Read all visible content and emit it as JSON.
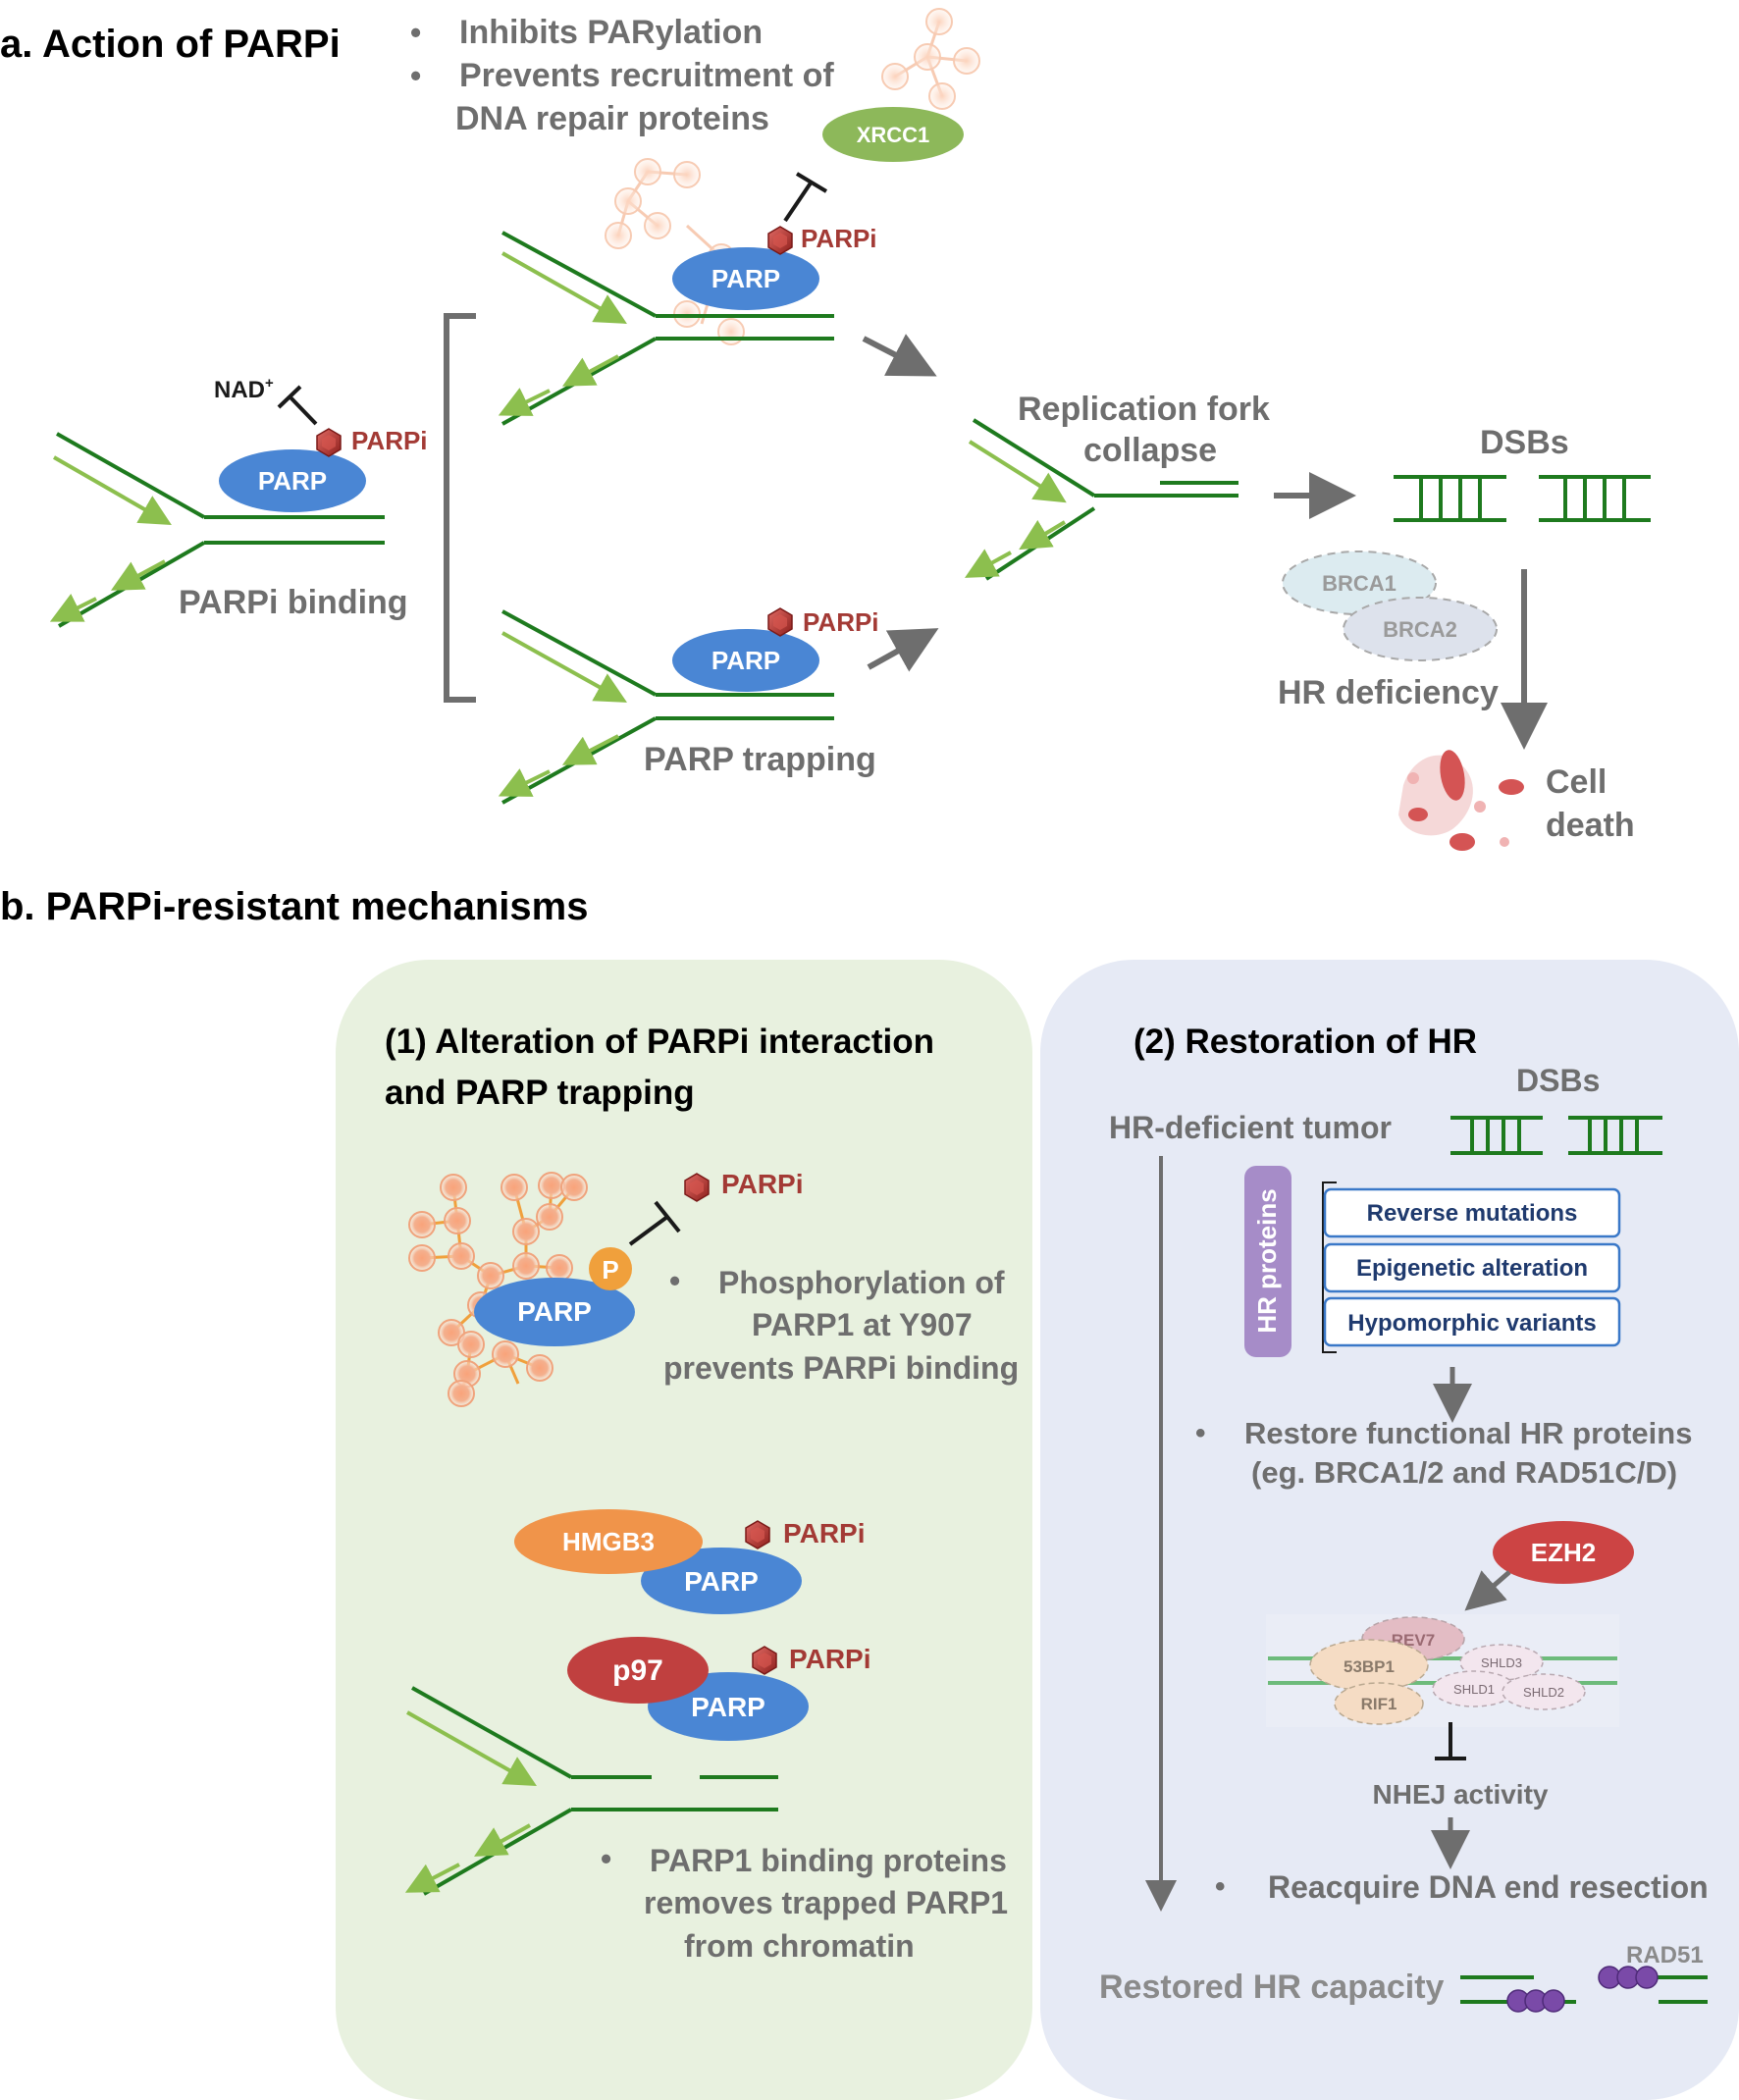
{
  "panel_a": {
    "title": "a. Action of PARPi",
    "bullet1": "Inhibits PARylation",
    "bullet2_line1": "Prevents recruitment of",
    "bullet2_line2": "DNA repair proteins",
    "xrcc1": "XRCC1",
    "parp": "PARP",
    "parpi": "PARPi",
    "nad": "NAD",
    "nad_sup": "+",
    "parpi_binding": "PARPi binding",
    "parp_trapping": "PARP trapping",
    "fork_collapse_line1": "Replication fork",
    "fork_collapse_line2": "collapse",
    "dsbs": "DSBs",
    "brca1": "BRCA1",
    "brca2": "BRCA2",
    "hr_deficiency": "HR deficiency",
    "cell_death_line1": "Cell",
    "cell_death_line2": "death"
  },
  "panel_b": {
    "title": "b. PARPi-resistant mechanisms",
    "left": {
      "heading_line1": "(1) Alteration of PARPi interaction",
      "heading_line2": "and PARP trapping",
      "p_label": "P",
      "parp": "PARP",
      "parpi": "PARPi",
      "phospho_line1": "Phosphorylation of",
      "phospho_line2": "PARP1 at Y907",
      "phospho_line3": "prevents PARPi binding",
      "hmgb3": "HMGB3",
      "p97": "p97",
      "binding_line1": "PARP1 binding proteins",
      "binding_line2": "removes trapped PARP1",
      "binding_line3": "from chromatin"
    },
    "right": {
      "heading": "(2) Restoration of HR",
      "dsbs": "DSBs",
      "hr_deficient_tumor": "HR-deficient tumor",
      "hr_proteins": "HR proteins",
      "box1": "Reverse mutations",
      "box2": "Epigenetic alteration",
      "box3": "Hypomorphic variants",
      "restore_line1": "Restore functional HR proteins",
      "restore_line2": "(eg. BRCA1/2 and RAD51C/D)",
      "ezh2": "EZH2",
      "rev7": "REV7",
      "p53bp1": "53BP1",
      "shld3": "SHLD3",
      "shld1": "SHLD1",
      "shld2": "SHLD2",
      "rif1": "RIF1",
      "nhej": "NHEJ activity",
      "reacquire": "Reacquire DNA end resection",
      "rad51": "RAD51",
      "restored": "Restored HR capacity"
    }
  },
  "colors": {
    "dark_green": "#1e7a1e",
    "light_green": "#8cbf4e",
    "parp_blue": "#4a86d4",
    "parpi_red": "#c0403a",
    "panel_green_bg": "#e8f1df",
    "panel_blue_bg": "#e6eaf5",
    "arrow_gray": "#6e6e6e",
    "hmgb3_orange": "#f0944a",
    "p97_red": "#c0403f",
    "ezh2_red": "#cc4444",
    "xrcc1_green": "#8db85a",
    "hr_purple": "#a68cc8",
    "rad51_purple": "#7a4aa8"
  }
}
